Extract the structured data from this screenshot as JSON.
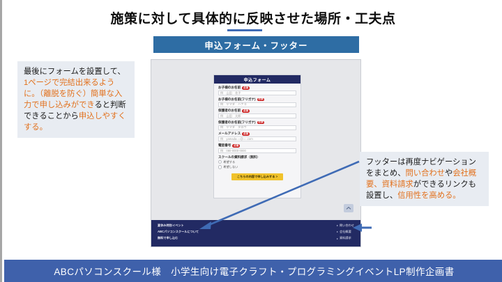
{
  "slide": {
    "title": "施策に対して具体的に反映させた場所・工夫点",
    "section_banner": "申込フォーム・フッター",
    "caption": "ABCパソコンスクール様　小学生向け電子クラフト・プログラミングイベントLP制作企画書"
  },
  "callout_left": {
    "line1_black": "最後にフォームを設置して、",
    "line1_orange": "1ページで完結出来るように。",
    "line2_black": "（離脱を防ぐ）",
    "line3_orange": "簡単な入力で申し込みができ",
    "line3_black": "ると判断できることから",
    "line3_orange2": "申込しやすくする。"
  },
  "callout_right": {
    "black1": "フッターは再度ナビゲーションをまとめ、",
    "orange1": "問い合わせ",
    "black2": "や",
    "orange2": "会社概要、資料請求",
    "black3": "ができるリンクも設置し、",
    "orange3": "信用性を高める。"
  },
  "form": {
    "header": "申込フォーム",
    "required_badge": "必須",
    "fields": [
      {
        "label": "お子様のお名前",
        "placeholder": "例　山田　花子"
      },
      {
        "label": "お子様のお名前(フリガナ)",
        "placeholder": "例　ヤマダ　ハナコ"
      },
      {
        "label": "保護者のお名前",
        "placeholder": "例　山田　太郎"
      },
      {
        "label": "保護者のお名前(フリガナ)",
        "placeholder": "例　ヤマダ　タロウ"
      },
      {
        "label": "メールアドレス",
        "placeholder": "例　yamada○○@○○.com"
      },
      {
        "label": "電話番号",
        "placeholder": "例　080-0000-0000"
      }
    ],
    "radio_label": "スクールの資料請求（無料）",
    "radio_options": [
      "希望する",
      "希望しない"
    ],
    "submit": "こちらの内容で申し込みする >"
  },
  "site_footer": {
    "left_links": [
      "夏休み特別イベント",
      "ABCパソコンスクールについて",
      "無料で申し込む"
    ],
    "right_links": [
      "問い合わせ",
      "会社概要",
      "資料請求"
    ]
  },
  "icons": {
    "scroll_top": "chevron-up-icon"
  },
  "colors": {
    "banner_blue": "#2e6da4",
    "footer_navy": "#222a63",
    "caption_blue": "#3f61ab",
    "orange_text": "#e2711d",
    "arrow_blue": "#3f6bb5",
    "submit_yellow": "#f0c22b",
    "badge_red": "#cc2222"
  }
}
